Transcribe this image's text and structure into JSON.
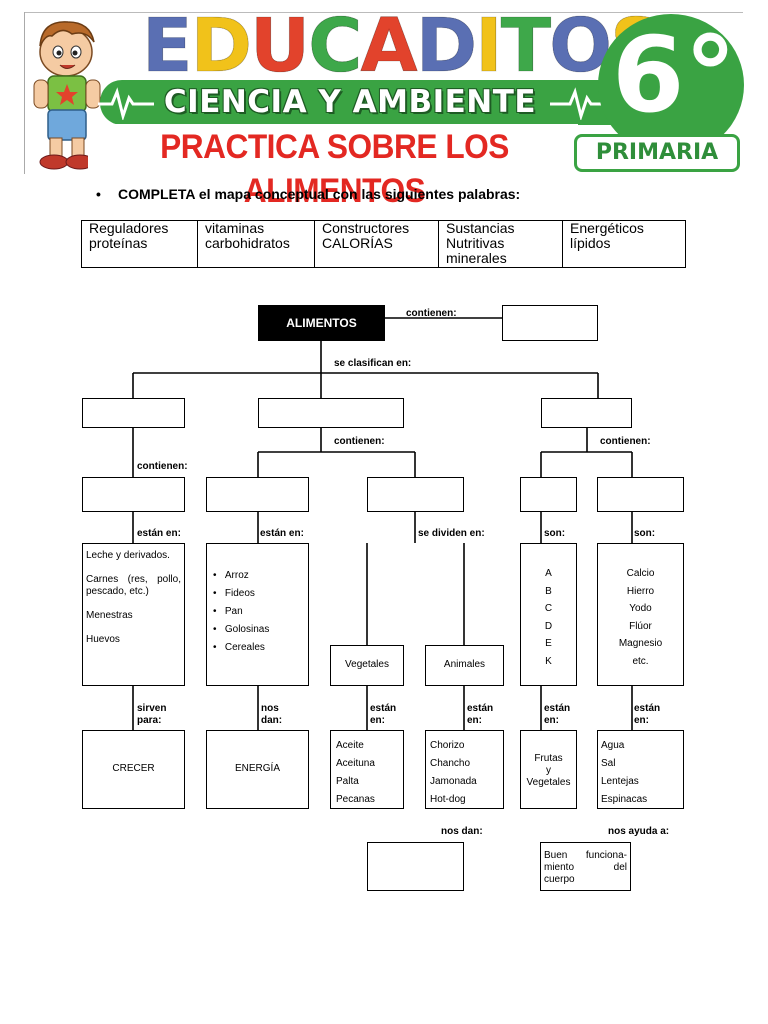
{
  "header": {
    "brand_letters": [
      "E",
      "D",
      "U",
      "C",
      "A",
      "D",
      "I",
      "T",
      "O",
      "S"
    ],
    "brand_colors": [
      "#5a6fb3",
      "#f1c21a",
      "#e2432c",
      "#3ea84a",
      "#e2432c",
      "#5a6fb3",
      "#f1c21a",
      "#3ea84a",
      "#5a6fb3",
      "#f1c21a"
    ],
    "subject": "CIENCIA Y AMBIENTE",
    "title": "PRACTICA SOBRE LOS ALIMENTOS",
    "grade": "6°",
    "level": "PRIMARIA",
    "colors": {
      "green": "#3aa343",
      "red": "#e32822"
    }
  },
  "instruction": "COMPLETA el mapa conceptual con las siguientes palabras:",
  "word_bank": [
    [
      "Reguladores",
      "proteínas"
    ],
    [
      "vitaminas",
      "carbohidratos"
    ],
    [
      "Constructores",
      "CALORÍAS"
    ],
    [
      "Sustancias",
      "Nutritivas",
      "minerales"
    ],
    [
      "Energéticos",
      "lípidos"
    ]
  ],
  "map": {
    "root": "ALIMENTOS",
    "links": {
      "contienen_root": "contienen:",
      "se_clasifican": "se clasifican en:",
      "contienen_left": "contienen:",
      "contienen_mid": "contienen:",
      "contienen_right": "contienen:",
      "estan_en_1": "están en:",
      "estan_en_2": "están en:",
      "se_dividen": "se dividen en:",
      "son_1": "son:",
      "son_2": "son:",
      "sirven_1": "sirven",
      "sirven_2": "para:",
      "nos_dan_1a": "nos",
      "nos_dan_1b": "dan:",
      "estan_veg_a": "están",
      "estan_veg_b": "en:",
      "estan_ani_a": "están",
      "estan_ani_b": "en:",
      "estan_vit_a": "están",
      "estan_vit_b": "en:",
      "estan_min_a": "están",
      "estan_min_b": "en:",
      "nos_dan_2": "nos  dan:",
      "nos_ayuda": "nos  ayuda a:"
    },
    "constructor_foods": {
      "line1": "Leche y derivados.",
      "line2": "Carnes (res, pollo, pescado, etc.)",
      "line3": "Menestras",
      "line4": "Huevos"
    },
    "energy_foods": [
      "Arroz",
      "Fideos",
      "Pan",
      "Golosinas",
      "Cereales"
    ],
    "vitamins": [
      "A",
      "B",
      "C",
      "D",
      "E",
      "K"
    ],
    "minerals": [
      "Calcio",
      "Hierro",
      "Yodo",
      "Flúor",
      "Magnesio",
      "etc."
    ],
    "vegetales": "Vegetales",
    "animales": "Animales",
    "crecer": "CRECER",
    "energia": "ENERGÍA",
    "veg_foods": [
      "Aceite",
      "Aceituna",
      "Palta",
      "Pecanas"
    ],
    "animal_foods": [
      "Chorizo",
      "Chancho",
      "Jamonada",
      "Hot-dog"
    ],
    "frutas": [
      "Frutas",
      "y",
      "Vegetales"
    ],
    "mineral_foods": [
      "Agua",
      "Sal",
      "Lentejas",
      "Espinacas"
    ],
    "buen_funcionamiento": [
      "Buen",
      "funciona-",
      "miento",
      "del",
      "cuerpo"
    ]
  }
}
